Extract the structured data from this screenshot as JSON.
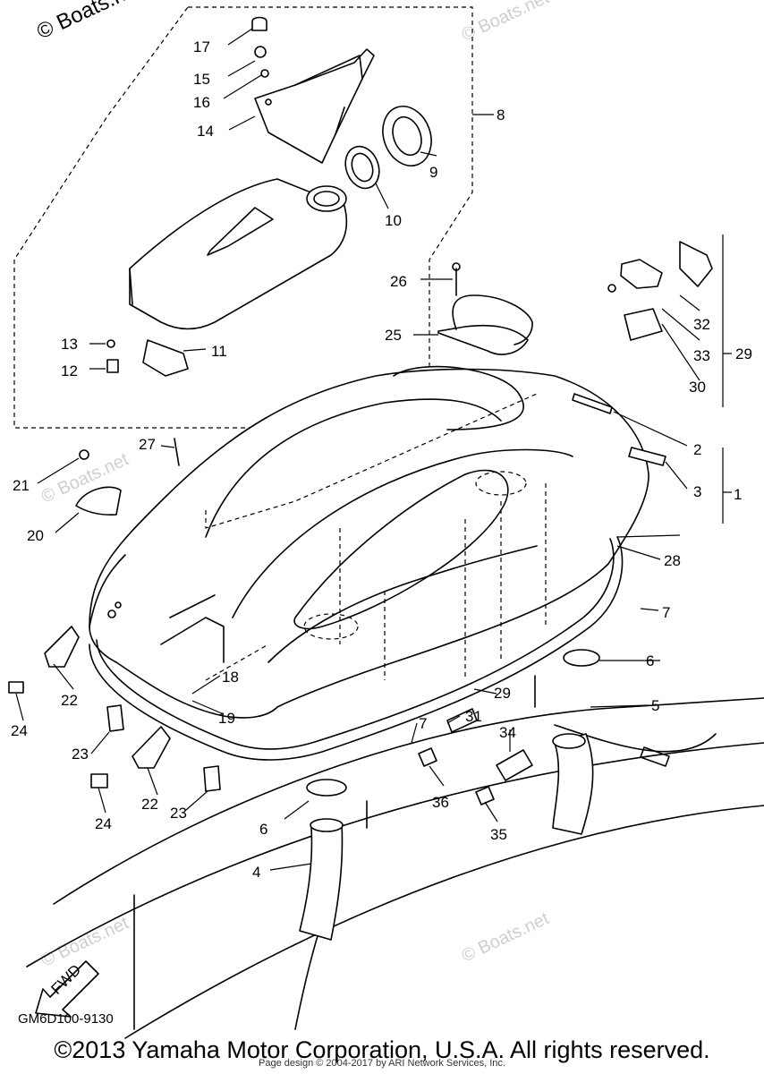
{
  "watermarks": {
    "top_left": "© Boats.net",
    "repeat": "© Boats.net"
  },
  "diagram_code": "GM6D100-9130",
  "fwd_label": "FWD",
  "copyright": "©2013 Yamaha Motor Corporation, U.S.A. All rights reserved.",
  "credit": "Page design © 2004-2017 by ARI Network Services, Inc.",
  "callouts": {
    "c1": "1",
    "c2": "2",
    "c3": "3",
    "c4": "4",
    "c5": "5",
    "c6a": "6",
    "c6b": "6",
    "c7a": "7",
    "c7b": "7",
    "c8": "8",
    "c9": "9",
    "c10": "10",
    "c11": "11",
    "c12": "12",
    "c13": "13",
    "c14": "14",
    "c15": "15",
    "c16": "16",
    "c17": "17",
    "c18": "18",
    "c19": "19",
    "c20": "20",
    "c21": "21",
    "c22a": "22",
    "c22b": "22",
    "c23a": "23",
    "c23b": "23",
    "c24a": "24",
    "c24b": "24",
    "c25": "25",
    "c26": "26",
    "c27": "27",
    "c28": "28",
    "c29a": "29",
    "c29b": "29",
    "c30": "30",
    "c31": "31",
    "c32": "32",
    "c33": "33",
    "c34": "34",
    "c35": "35",
    "c36": "36"
  }
}
